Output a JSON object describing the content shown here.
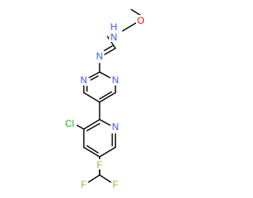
{
  "molecule": {
    "atoms": {
      "N_amine": {
        "symbol": "N",
        "hydrogen": "H",
        "color": "#3050F8"
      },
      "O_methoxy": {
        "symbol": "O",
        "color": "#FF0D0D"
      },
      "N_imine": {
        "symbol": "N",
        "color": "#3050F8"
      },
      "N_pym_left": {
        "symbol": "N",
        "color": "#3050F8"
      },
      "N_pym_right": {
        "symbol": "N",
        "color": "#3050F8"
      },
      "N_pyridine": {
        "symbol": "N",
        "color": "#3050F8"
      },
      "Cl": {
        "symbol": "Cl",
        "color": "#1FB21F"
      },
      "F_top": {
        "symbol": "F",
        "color": "#8FBC2A"
      },
      "F_left": {
        "symbol": "F",
        "color": "#8FBC2A"
      },
      "F_right": {
        "symbol": "F",
        "color": "#8FBC2A"
      }
    },
    "bond_color": "#000000"
  }
}
